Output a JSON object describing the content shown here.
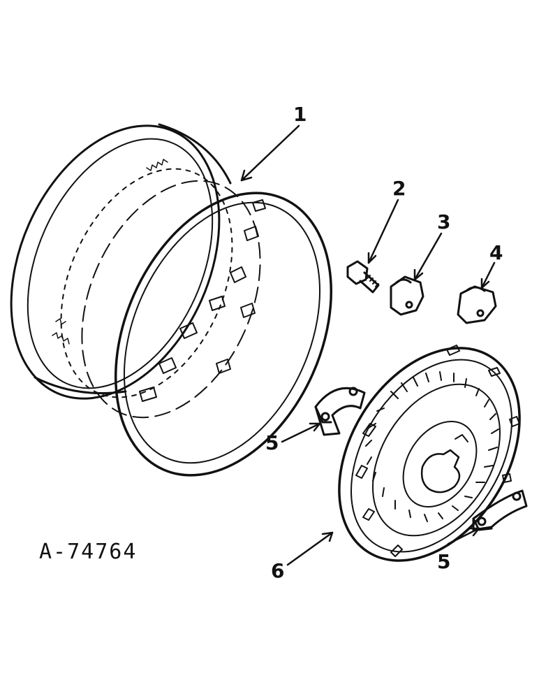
{
  "figure": {
    "id_label": "A-74764",
    "callouts": {
      "c1": "1",
      "c2": "2",
      "c3": "3",
      "c4": "4",
      "c5a": "5",
      "c5b": "5",
      "c6": "6"
    },
    "line_color": "#111111",
    "background": "#ffffff"
  }
}
